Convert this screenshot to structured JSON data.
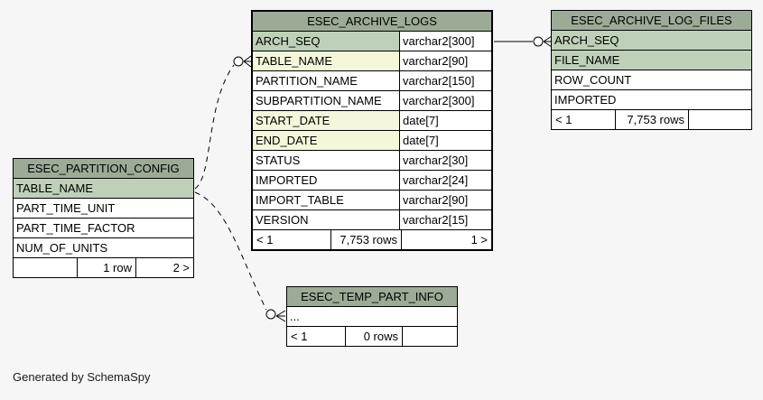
{
  "page": {
    "footer_note": "Generated by SchemaSpy"
  },
  "colors": {
    "page_bg": "#f6f6f6",
    "header_bg": "#9bab96",
    "pk_bg": "#bed1b8",
    "indexed_bg": "#f4f7da",
    "border": "#000000"
  },
  "tables": {
    "archive_logs": {
      "title": "ESEC_ARCHIVE_LOGS",
      "columns": [
        {
          "name": "ARCH_SEQ",
          "type": "varchar2[300]",
          "key": "primary"
        },
        {
          "name": "TABLE_NAME",
          "type": "varchar2[90]",
          "key": "indexed"
        },
        {
          "name": "PARTITION_NAME",
          "type": "varchar2[150]",
          "key": "none"
        },
        {
          "name": "SUBPARTITION_NAME",
          "type": "varchar2[300]",
          "key": "none"
        },
        {
          "name": "START_DATE",
          "type": "date[7]",
          "key": "indexed"
        },
        {
          "name": "END_DATE",
          "type": "date[7]",
          "key": "indexed"
        },
        {
          "name": "STATUS",
          "type": "varchar2[30]",
          "key": "none"
        },
        {
          "name": "IMPORTED",
          "type": "varchar2[24]",
          "key": "none"
        },
        {
          "name": "IMPORT_TABLE",
          "type": "varchar2[90]",
          "key": "none"
        },
        {
          "name": "VERSION",
          "type": "varchar2[15]",
          "key": "none"
        }
      ],
      "pager": {
        "prev": "< 1",
        "rows": "7,753 rows",
        "next": "1 >"
      }
    },
    "archive_log_files": {
      "title": "ESEC_ARCHIVE_LOG_FILES",
      "columns": [
        {
          "name": "ARCH_SEQ",
          "key": "primary"
        },
        {
          "name": "FILE_NAME",
          "key": "primary"
        },
        {
          "name": "ROW_COUNT",
          "key": "none"
        },
        {
          "name": "IMPORTED",
          "key": "none"
        }
      ],
      "pager": {
        "prev": "< 1",
        "rows": "7,753 rows",
        "next": ""
      }
    },
    "partition_config": {
      "title": "ESEC_PARTITION_CONFIG",
      "columns": [
        {
          "name": "TABLE_NAME",
          "key": "primary"
        },
        {
          "name": "PART_TIME_UNIT",
          "key": "none"
        },
        {
          "name": "PART_TIME_FACTOR",
          "key": "none"
        },
        {
          "name": "NUM_OF_UNITS",
          "key": "none"
        }
      ],
      "pager": {
        "prev": "",
        "rows": "1 row",
        "next": "2 >"
      }
    },
    "temp_part_info": {
      "title": "ESEC_TEMP_PART_INFO",
      "columns": [
        {
          "name": "...",
          "key": "none"
        }
      ],
      "pager": {
        "prev": "< 1",
        "rows": "0 rows",
        "next": ""
      }
    }
  },
  "relationships": [
    {
      "from": "ESEC_ARCHIVE_LOGS.ARCH_SEQ",
      "to": "ESEC_ARCHIVE_LOG_FILES.ARCH_SEQ",
      "line": "solid",
      "to_end": "circle-crowfoot"
    },
    {
      "from": "ESEC_PARTITION_CONFIG.TABLE_NAME",
      "to": "ESEC_ARCHIVE_LOGS.TABLE_NAME",
      "line": "dashed",
      "to_end": "circle-crowfoot"
    },
    {
      "from": "ESEC_PARTITION_CONFIG.TABLE_NAME",
      "to": "ESEC_TEMP_PART_INFO",
      "line": "dashed",
      "to_end": "circle-crowfoot"
    }
  ]
}
